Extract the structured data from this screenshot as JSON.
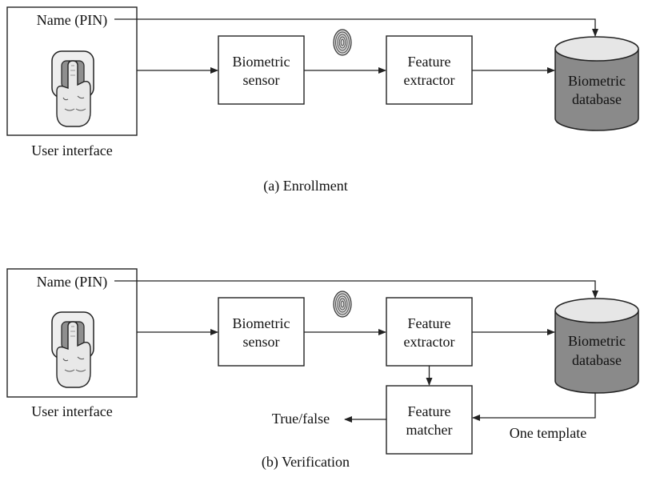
{
  "enrollment": {
    "caption": "(a) Enrollment",
    "name_pin": "Name (PIN)",
    "user_interface": "User interface",
    "sensor": [
      "Biometric",
      "sensor"
    ],
    "extractor": [
      "Feature",
      "extractor"
    ],
    "database": [
      "Biometric",
      "database"
    ]
  },
  "verification": {
    "caption": "(b) Verification",
    "name_pin": "Name (PIN)",
    "user_interface": "User interface",
    "sensor": [
      "Biometric",
      "sensor"
    ],
    "extractor": [
      "Feature",
      "extractor"
    ],
    "matcher": [
      "Feature",
      "matcher"
    ],
    "database": [
      "Biometric",
      "database"
    ],
    "result": "True/false",
    "template": "One template"
  },
  "icons": {
    "fingerprint": "fingerprint-icon",
    "finger_on_pad": "finger-on-pad-icon",
    "database": "database-cylinder-icon"
  },
  "colors": {
    "stroke": "#222222",
    "database_body": "#8a8a8a",
    "database_top": "#e6e6e6",
    "pad_outer": "#eeeeee",
    "pad_inner": "#8f8f8f"
  }
}
